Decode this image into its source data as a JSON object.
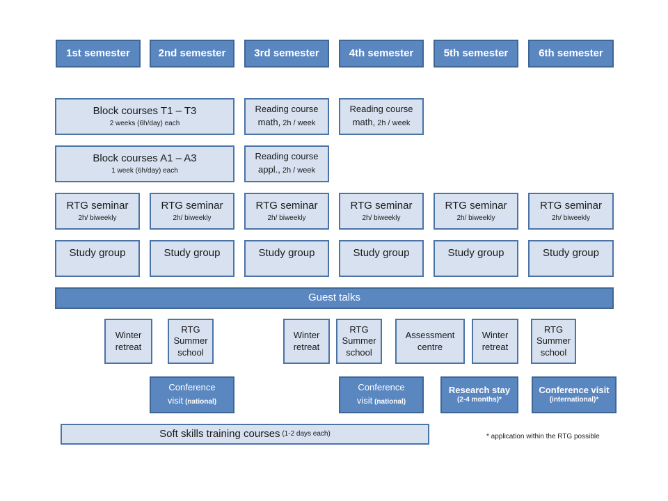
{
  "semesters": [
    "1st semester",
    "2nd semester",
    "3rd semester",
    "4th semester",
    "5th semester",
    "6th semester"
  ],
  "block_t": {
    "title": "Block courses T1 – T3",
    "sub": "2 weeks (6h/day) each"
  },
  "block_a": {
    "title": "Block courses A1 – A3",
    "sub": "1 week (6h/day) each"
  },
  "reading_math": {
    "line1": "Reading course",
    "line2": "math,",
    "line2_small": " 2h / week"
  },
  "reading_appl": {
    "line1": "Reading course",
    "line2": "appl.,",
    "line2_small": " 2h / week"
  },
  "rtg_seminar": {
    "title": "RTG seminar",
    "sub": "2h/ biweekly"
  },
  "study_group": "Study group",
  "guest_talks": "Guest talks",
  "winter_retreat": {
    "line1": "Winter",
    "line2": "retreat"
  },
  "rtg_summer": {
    "line1": "RTG",
    "line2": "Summer",
    "line3": "school"
  },
  "assessment": {
    "line1": "Assessment",
    "line2": "centre"
  },
  "conf_national": {
    "line1": "Conference",
    "line2": "visit",
    "line2_small": " (national)"
  },
  "research_stay": {
    "line1": "Research stay",
    "line2": "(2-4 months)*"
  },
  "conf_international": {
    "line1": "Conference visit",
    "line2": "(international)*"
  },
  "soft_skills": {
    "main": "Soft skills training courses",
    "small": " (1-2 days each)"
  },
  "footnote": "* application within the RTG possible",
  "colors": {
    "dark_fill": "#5b87c1",
    "light_fill": "#d7e1ef",
    "border": "#3e6796"
  }
}
